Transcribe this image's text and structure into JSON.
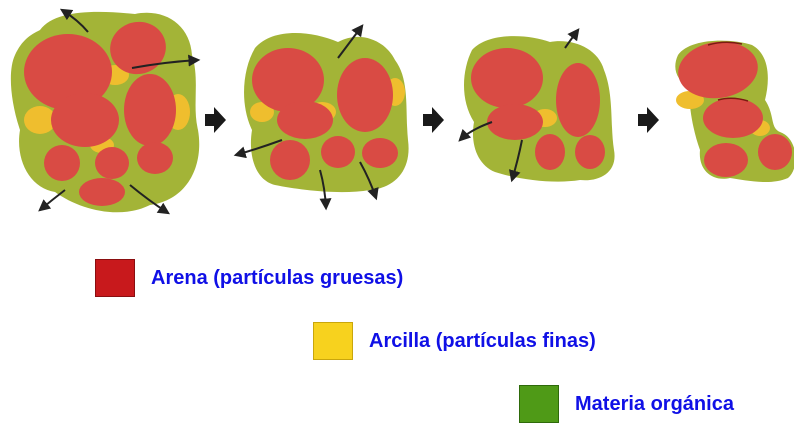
{
  "legend": {
    "sand": {
      "label": "Arena (partículas gruesas)",
      "color": "#c8191c"
    },
    "clay": {
      "label": "Arcilla (partículas finas)",
      "color": "#f7d21e"
    },
    "organic": {
      "label": "Materia orgánica",
      "color": "#4f9a17"
    }
  },
  "diagram": {
    "stages": 4,
    "transition_arrows": 3,
    "colors": {
      "particle": "#d94b44",
      "matrix": "#a3b437",
      "clay_patch": "#efbe2e",
      "arrow": "#222222"
    }
  }
}
